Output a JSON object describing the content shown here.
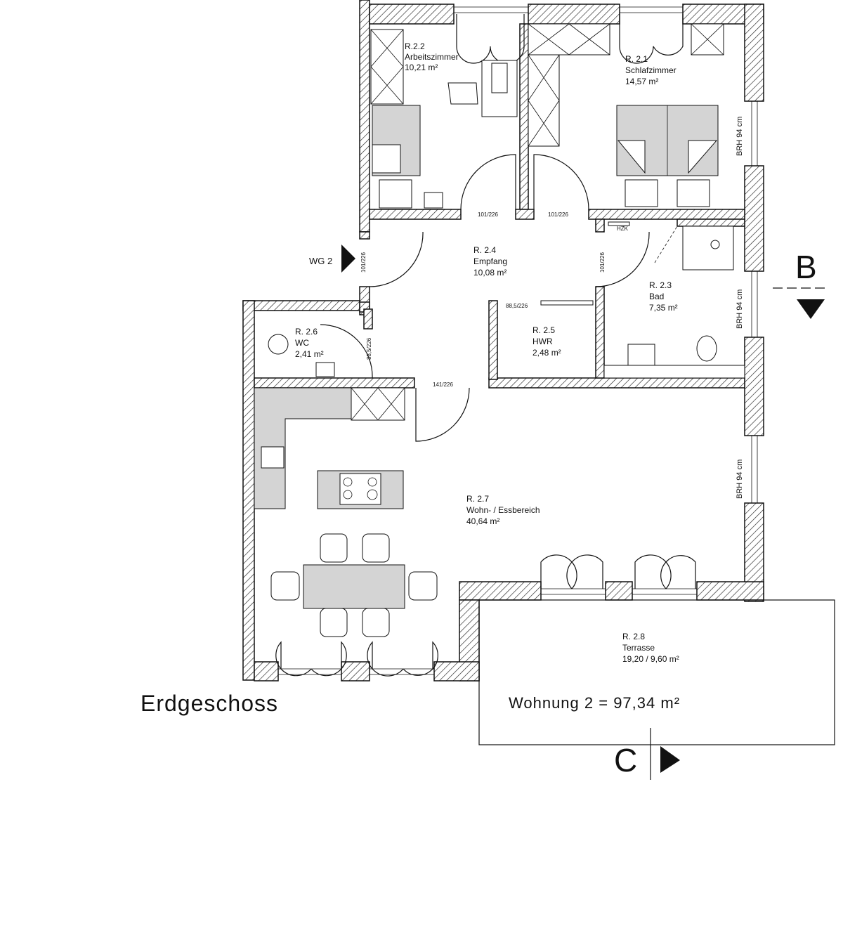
{
  "plan": {
    "title": "Erdgeschoss",
    "total": "Wohnung 2 = 97,34 m²",
    "entrance_label": "WG 2",
    "section_b": "B",
    "section_c": "C",
    "hzk": "HZK",
    "rooms": [
      {
        "id": "r22",
        "number": "R.2.2",
        "name": "Arbeitszimmer",
        "area": "10,21 m²"
      },
      {
        "id": "r21",
        "number": "R. 2.1",
        "name": "Schlafzimmer",
        "area": "14,57 m²"
      },
      {
        "id": "r24",
        "number": "R. 2.4",
        "name": "Empfang",
        "area": "10,08 m²"
      },
      {
        "id": "r23",
        "number": "R. 2.3",
        "name": "Bad",
        "area": "7,35 m²"
      },
      {
        "id": "r26",
        "number": "R. 2.6",
        "name": "WC",
        "area": "2,41 m²"
      },
      {
        "id": "r25",
        "number": "R. 2.5",
        "name": "HWR",
        "area": "2,48 m²"
      },
      {
        "id": "r27",
        "number": "R. 2.7",
        "name": "Wohn- / Essbereich",
        "area": "40,64 m²"
      },
      {
        "id": "r28",
        "number": "R. 2.8",
        "name": "Terrasse",
        "area": "19,20 / 9,60 m²"
      }
    ],
    "doors": [
      {
        "id": "d1",
        "label": "101/226"
      },
      {
        "id": "d2",
        "label": "101/226"
      },
      {
        "id": "d3",
        "label": "101/226"
      },
      {
        "id": "d4",
        "label": "101/226"
      },
      {
        "id": "d5",
        "label": "88,5/226"
      },
      {
        "id": "d6",
        "label": "88,5/226"
      },
      {
        "id": "d7",
        "label": "141/226"
      }
    ],
    "brh": [
      "BRH 94 cm",
      "BRH 94 cm",
      "BRH 94 cm"
    ]
  }
}
